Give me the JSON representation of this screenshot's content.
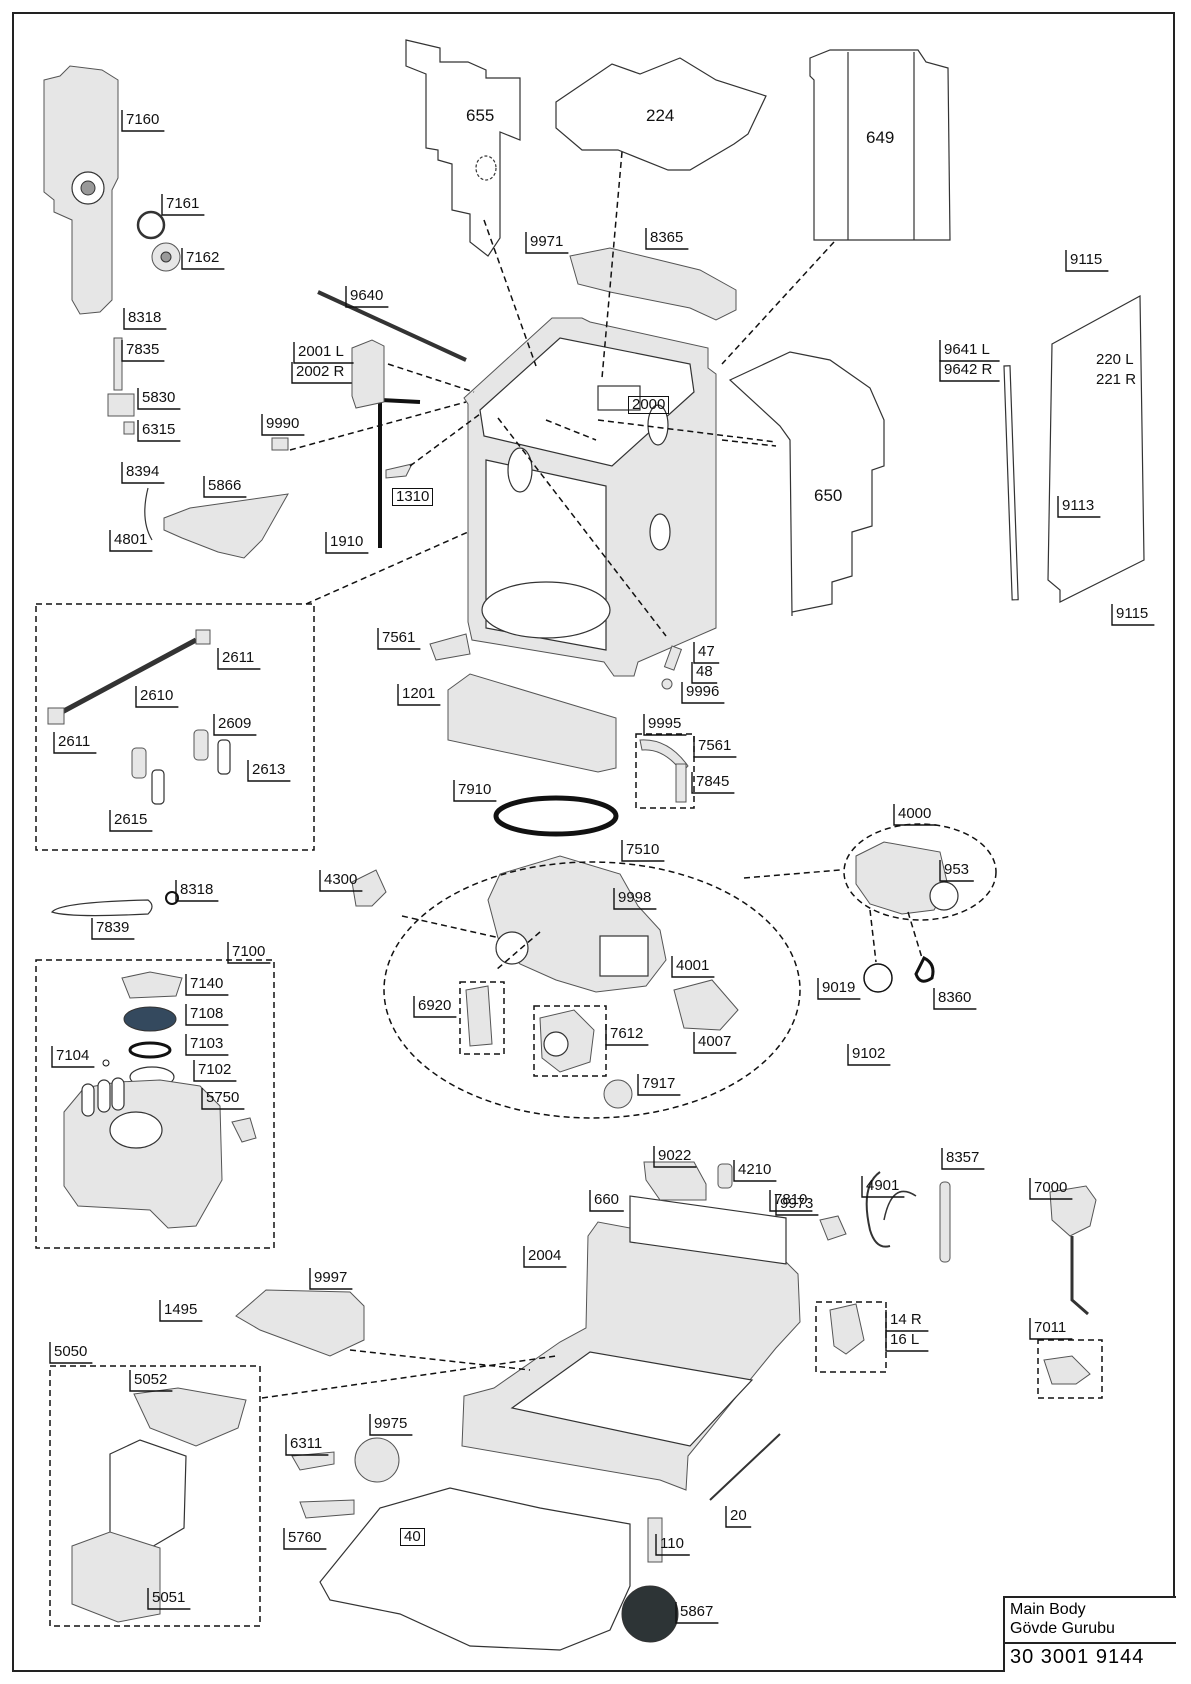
{
  "title_block": {
    "name_en": "Main Body",
    "name_tr": "Gövde Gurubu",
    "code": "30 3001 9144"
  },
  "inner_labels": [
    "655",
    "224",
    "649",
    "650",
    "220 L",
    "221 R"
  ],
  "boxed_labels": [
    "2000",
    "1310",
    "40"
  ],
  "part_labels": [
    "7160",
    "7161",
    "7162",
    "8318",
    "7835",
    "5830",
    "6315",
    "8394",
    "5866",
    "4801",
    "9640",
    "2001 L",
    "2002 R",
    "9990",
    "1910",
    "9971",
    "8365",
    "9115",
    "9641 L",
    "9642 R",
    "9113",
    "9115",
    "2611",
    "2610",
    "2611",
    "2609",
    "2613",
    "2615",
    "7561",
    "1201",
    "47",
    "48",
    "9996",
    "9995",
    "7561",
    "7845",
    "7910",
    "4000",
    "953",
    "9019",
    "8360",
    "9102",
    "7510",
    "9998",
    "4300",
    "4001",
    "6920",
    "7612",
    "4007",
    "7917",
    "8318",
    "7839",
    "7100",
    "7140",
    "7108",
    "7103",
    "7104",
    "7102",
    "5750",
    "9022",
    "4210",
    "4901",
    "8357",
    "7810",
    "660",
    "9973",
    "7000",
    "2004",
    "14 R",
    "16 L",
    "7011",
    "9997",
    "1495",
    "5050",
    "5052",
    "5051",
    "6311",
    "9975",
    "5760",
    "20",
    "110",
    "5867"
  ]
}
